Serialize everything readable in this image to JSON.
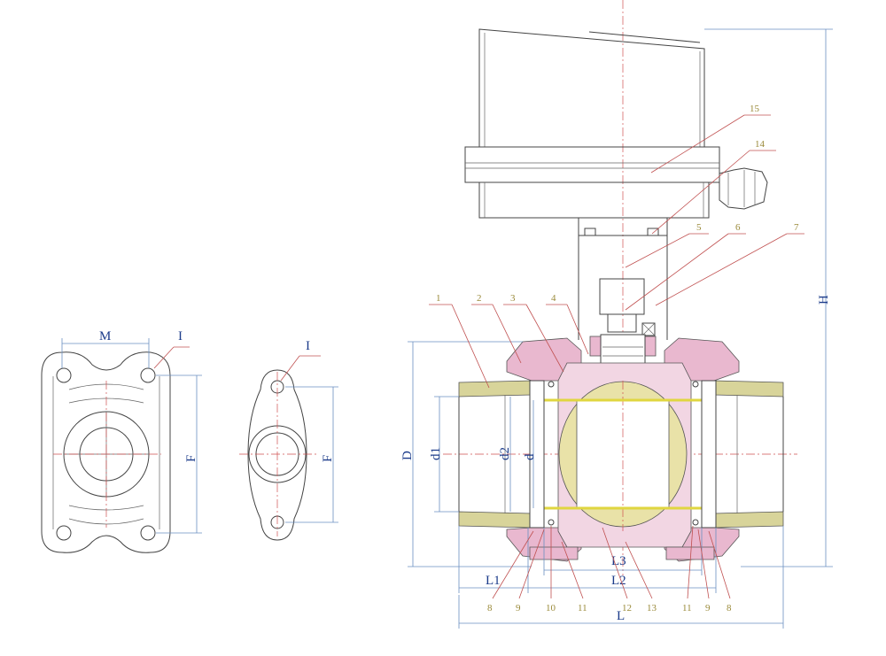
{
  "views": {
    "flange_view": {
      "labels": {
        "M": "M",
        "I": "I",
        "F": "F"
      }
    },
    "oval_flange_view": {
      "labels": {
        "I": "I",
        "F": "F"
      }
    },
    "section_view": {
      "dimension_labels": {
        "D": "D",
        "d1": "d1",
        "d2": "d2",
        "d": "d",
        "L": "L",
        "L1": "L1",
        "L2": "L2",
        "L3": "L3",
        "H": "H"
      },
      "part_numbers_top": [
        "1",
        "2",
        "3",
        "4",
        "5",
        "6",
        "7"
      ],
      "part_numbers_actuator": [
        "15",
        "14"
      ],
      "part_numbers_bottom": [
        "8",
        "9",
        "10",
        "11",
        "12",
        "13",
        "11",
        "9",
        "8"
      ]
    }
  },
  "colors": {
    "body_pink": "#e9b8cf",
    "end_olive": "#d8d49a",
    "ball_yellow": "#e9e2a8",
    "dimension_blue": "#1b3b8a",
    "leader_red": "#c05050"
  }
}
